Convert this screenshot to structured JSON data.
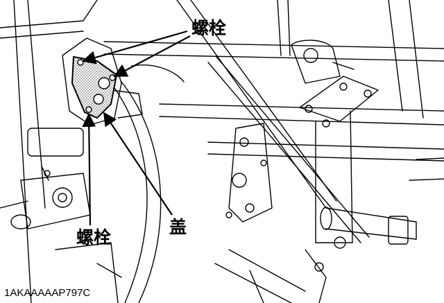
{
  "callouts": {
    "bolt_top": "螺栓",
    "bolt_bottom": "螺栓",
    "cover": "盖"
  },
  "figure_code": "1AKAAAAAP797C",
  "colors": {
    "line": "#000000",
    "background": "#ffffff",
    "cover_fill": "#bdbdbd"
  }
}
